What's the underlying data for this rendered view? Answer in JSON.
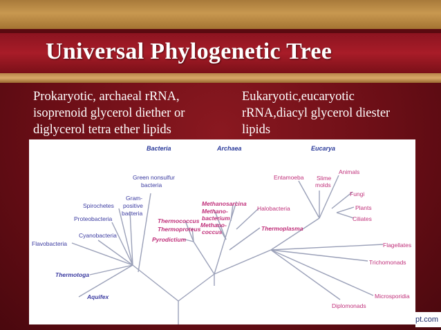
{
  "slide": {
    "title": "Universal Phylogenetic Tree",
    "left_text": [
      "Prokaryotic, archaeal rRNA,",
      "isoprenoid glycerol diether or",
      "diglycerol tetra ether lipids"
    ],
    "right_text": [
      "Eukaryotic,eucaryotic",
      "rRNA,diacyl glycerol diester",
      "lipids"
    ],
    "watermark": "pt.com"
  },
  "tree": {
    "domains": [
      "Bacteria",
      "Archaea",
      "Eucarya"
    ],
    "bacteria": {
      "green_nonsulfur": [
        "Green nonsulfur",
        "bacteria"
      ],
      "gram_positive": [
        "Gram-",
        "positive",
        "bacteria"
      ],
      "spirochetes": "Spirochetes",
      "proteobacteria": "Proteobacteria",
      "cyanobacteria": "Cyanobacteria",
      "flavobacteria": "Flavobacteria",
      "thermotoga": "Thermotoga",
      "aquifex": "Aquifex"
    },
    "archaea": {
      "methanosarcina": "Methanosarcina",
      "methanobacterium": [
        "Methano-",
        "bacterium"
      ],
      "methanococcus": [
        "Methano-",
        "coccus"
      ],
      "thermococcus": "Thermococcus",
      "thermoproteus": "Thermoproteus",
      "pyrodictium": "Pyrodictium",
      "halobacteria": "Halobacteria",
      "thermoplasma": "Thermoplasma"
    },
    "eucarya": {
      "entamoeba": "Entamoeba",
      "slime_molds": [
        "Slime",
        "molds"
      ],
      "animals": "Animals",
      "fungi": "Fungi",
      "plants": "Plants",
      "ciliates": "Ciliates",
      "flagellates": "Flagellates",
      "trichomonads": "Trichomonads",
      "microsporidia": "Microsporidia",
      "diplomonads": "Diplomonads"
    }
  }
}
